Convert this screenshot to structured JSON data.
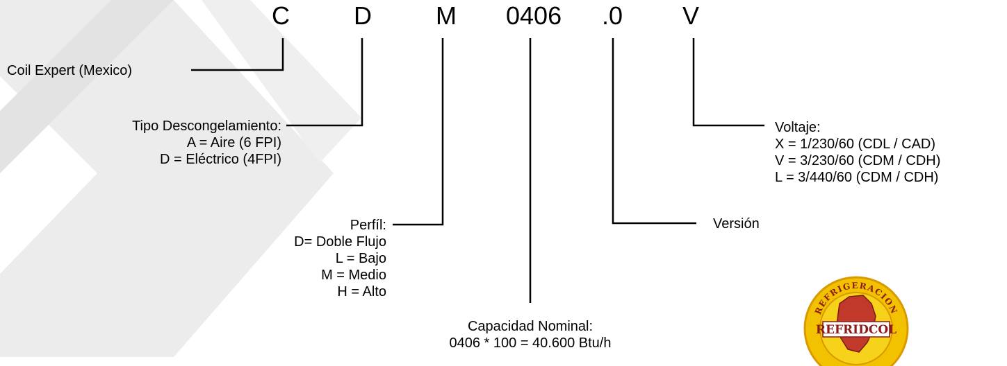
{
  "code": {
    "letters": [
      "C",
      "D",
      "M",
      "0406",
      ".0",
      "V"
    ]
  },
  "labels": {
    "brand": {
      "title": "Coil Expert (Mexico)"
    },
    "defrost": {
      "title": "Tipo Descongelamiento:",
      "options": [
        "A = Aire (6 FPI)",
        "D = Eléctrico (4FPI)"
      ]
    },
    "profile": {
      "title": "Perfíl:",
      "options": [
        "D= Doble Flujo",
        "L = Bajo",
        "M = Medio",
        "H = Alto"
      ]
    },
    "capacity": {
      "title": "Capacidad Nominal:",
      "formula": "0406 * 100 = 40.600 Btu/h"
    },
    "version": {
      "title": "Versión"
    },
    "voltage": {
      "title": "Voltaje:",
      "options": [
        "X = 1/230/60 (CDL / CAD)",
        "V = 3/230/60 (CDM / CDH)",
        "L = 3/440/60 (CDM / CDH)"
      ]
    }
  },
  "logo": {
    "arc_text": "REFRIGERACION",
    "banner_text": "REFRIDCOL",
    "colors": {
      "ring": "#f2c200",
      "ring_edge": "#d89a00",
      "map": "#c0392b",
      "banner": "#ffffff",
      "banner_text": "#8b1a1a"
    }
  },
  "colors": {
    "text": "#000000",
    "line": "#000000",
    "watermark": "#e6e6e6"
  }
}
